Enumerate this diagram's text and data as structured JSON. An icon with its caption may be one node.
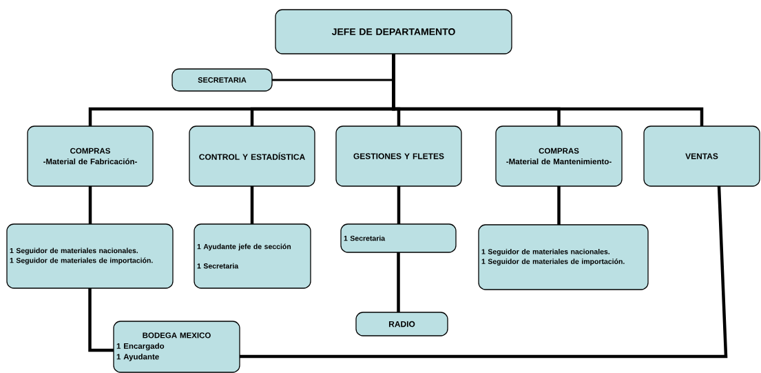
{
  "diagram": {
    "nodes": [
      {
        "text": [
          "JEFE DE DEPARTAMENTO"
        ]
      },
      {
        "text": [
          "SECRETARIA"
        ]
      },
      {
        "text": [
          "COMPRAS",
          "-Material de Fabricación-"
        ]
      },
      {
        "text": [
          "CONTROL Y ESTADÍSTICA"
        ]
      },
      {
        "text": [
          "GESTIONES Y FLETES"
        ]
      },
      {
        "text": [
          "COMPRAS",
          "-Material de Mantenimiento-"
        ]
      },
      {
        "text": [
          "VENTAS"
        ]
      },
      {
        "text": [
          "1 Seguidor de materiales nacionales.",
          "1 Seguidor de materiales de importación."
        ]
      },
      {
        "text": [
          "1 Ayudante jefe de sección",
          "1 Secretaria"
        ]
      },
      {
        "text": [
          "1 Secretaria"
        ]
      },
      {
        "text": [
          "1 Seguidor de materiales nacionales.",
          "1 Seguidor de materiales de importación."
        ]
      },
      {
        "text": [
          "RADIO"
        ]
      },
      {
        "text": [
          "BODEGA MEXICO",
          "1 Encargado",
          "1 Ayudante"
        ]
      }
    ],
    "edges": [
      {
        "from": 0,
        "to": 1,
        "arrow": "none"
      },
      {
        "from": 0,
        "to": 2,
        "arrow": "none"
      },
      {
        "from": 0,
        "to": 3,
        "arrow": "none"
      },
      {
        "from": 0,
        "to": 4,
        "arrow": "none"
      },
      {
        "from": 0,
        "to": 5,
        "arrow": "none"
      },
      {
        "from": 0,
        "to": 6,
        "arrow": "none"
      },
      {
        "from": 2,
        "to": 7,
        "arrow": "none"
      },
      {
        "from": 3,
        "to": 8,
        "arrow": "none"
      },
      {
        "from": 4,
        "to": 9,
        "arrow": "none"
      },
      {
        "from": 5,
        "to": 10,
        "arrow": "none"
      },
      {
        "from": 9,
        "to": 11,
        "arrow": "none"
      },
      {
        "from": 7,
        "to": 12,
        "arrow": "none"
      },
      {
        "from": 6,
        "to": 12,
        "arrow": "none"
      }
    ]
  }
}
